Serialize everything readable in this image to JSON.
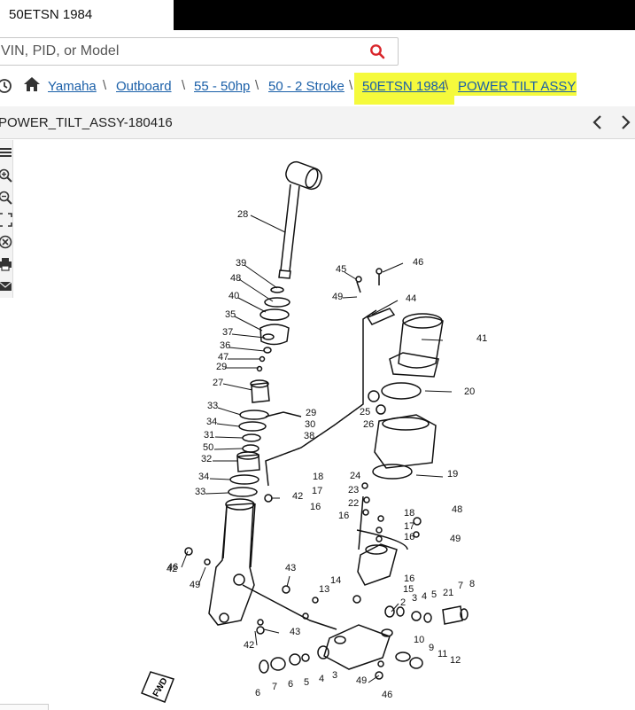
{
  "browser": {
    "tab_title": "50ETSN 1984"
  },
  "search": {
    "placeholder": "VIN, PID, or Model"
  },
  "breadcrumb": {
    "items": [
      "Yamaha",
      "Outboard",
      "55 - 50hp",
      "50 - 2 Stroke",
      "50ETSN 1984",
      "POWER TILT ASSY"
    ],
    "separator": "\\",
    "highlight_color": "#f5fa3c",
    "link_color": "#1a5fa8"
  },
  "viewer": {
    "title": "POWER_TILT_ASSY-180416",
    "tools": [
      "menu-icon",
      "zoom-in-icon",
      "zoom-out-icon",
      "fit-screen-icon",
      "reset-icon",
      "print-icon",
      "email-icon"
    ]
  },
  "diagram": {
    "callouts": [
      "28",
      "39",
      "48",
      "40",
      "35",
      "37",
      "36",
      "47",
      "29",
      "27",
      "33",
      "34",
      "31",
      "50",
      "32",
      "34",
      "33",
      "29",
      "30",
      "38",
      "42",
      "45",
      "46",
      "49",
      "44",
      "41",
      "20",
      "25",
      "26",
      "19",
      "18",
      "17",
      "16",
      "24",
      "23",
      "22",
      "16",
      "42",
      "18",
      "17",
      "16",
      "48",
      "49",
      "46",
      "49",
      "43",
      "14",
      "13",
      "15",
      "16",
      "43",
      "42",
      "2",
      "3",
      "4",
      "5",
      "21",
      "7",
      "8",
      "10",
      "9",
      "11",
      "12",
      "6",
      "7",
      "6",
      "5",
      "4",
      "3",
      "49",
      "46"
    ],
    "direction_label": "FWD"
  }
}
